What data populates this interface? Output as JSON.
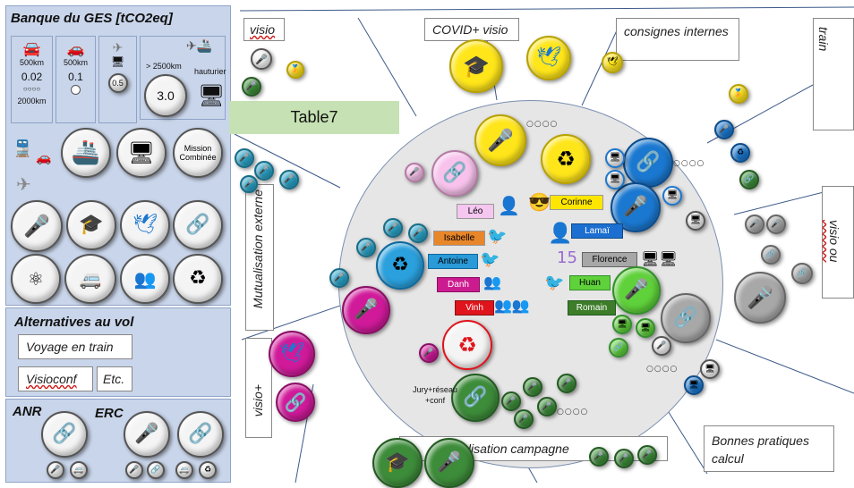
{
  "panel_ges": {
    "title": "Banque du GES [tCO2eq]",
    "tile1": {
      "label": "500km",
      "value": "0.02",
      "dots": "○○○○",
      "footer": "2000km"
    },
    "tile2": {
      "label": "500km",
      "value": "0.1"
    },
    "tile3": {
      "value": "0.5"
    },
    "tile4": {
      "label": "> 2500km",
      "label2": "hauturier",
      "value": "3.0"
    },
    "mission": "Mission Combinée"
  },
  "panel_alt": {
    "title": "Alternatives au vol",
    "items": [
      "Voyage en train",
      "Visioconf",
      "Etc."
    ]
  },
  "panel_funds": {
    "anr": "ANR",
    "erc": "ERC"
  },
  "labels": {
    "visio": "visio",
    "covid": "COVID+ visio",
    "consignes": "consignes internes",
    "train": "train",
    "table7": "Table7",
    "mutualisation_externe": "Mutualisation externe",
    "visio_plus": "visio+",
    "visio_ou": "visio ou",
    "mutualisation_campagne": "Mutualisation campagne",
    "bonnes_pratiques": "Bonnes pratiques calcul",
    "jury": "Jury+réseau+conf"
  },
  "people": [
    {
      "name": "Léo",
      "color": "#f5c6f0"
    },
    {
      "name": "Corinne",
      "color": "#ffe600"
    },
    {
      "name": "Isabelle",
      "color": "#e8862a"
    },
    {
      "name": "Lamaï",
      "color": "#1c6fd1"
    },
    {
      "name": "Antoine",
      "color": "#2a9ad8"
    },
    {
      "name": "Florence",
      "color": "#a7a7a7"
    },
    {
      "name": "Danh",
      "color": "#cc1b8f"
    },
    {
      "name": "Huan",
      "color": "#5fd13a"
    },
    {
      "name": "Vinh",
      "color": "#e0141c"
    },
    {
      "name": "Romain",
      "color": "#3d7d2a"
    }
  ],
  "dots": "○○○○",
  "colors": {
    "panel_bg": "#c9d5ea",
    "table7_bg": "#c6e2b4",
    "ellipse_bg": "#e6e6e6"
  }
}
